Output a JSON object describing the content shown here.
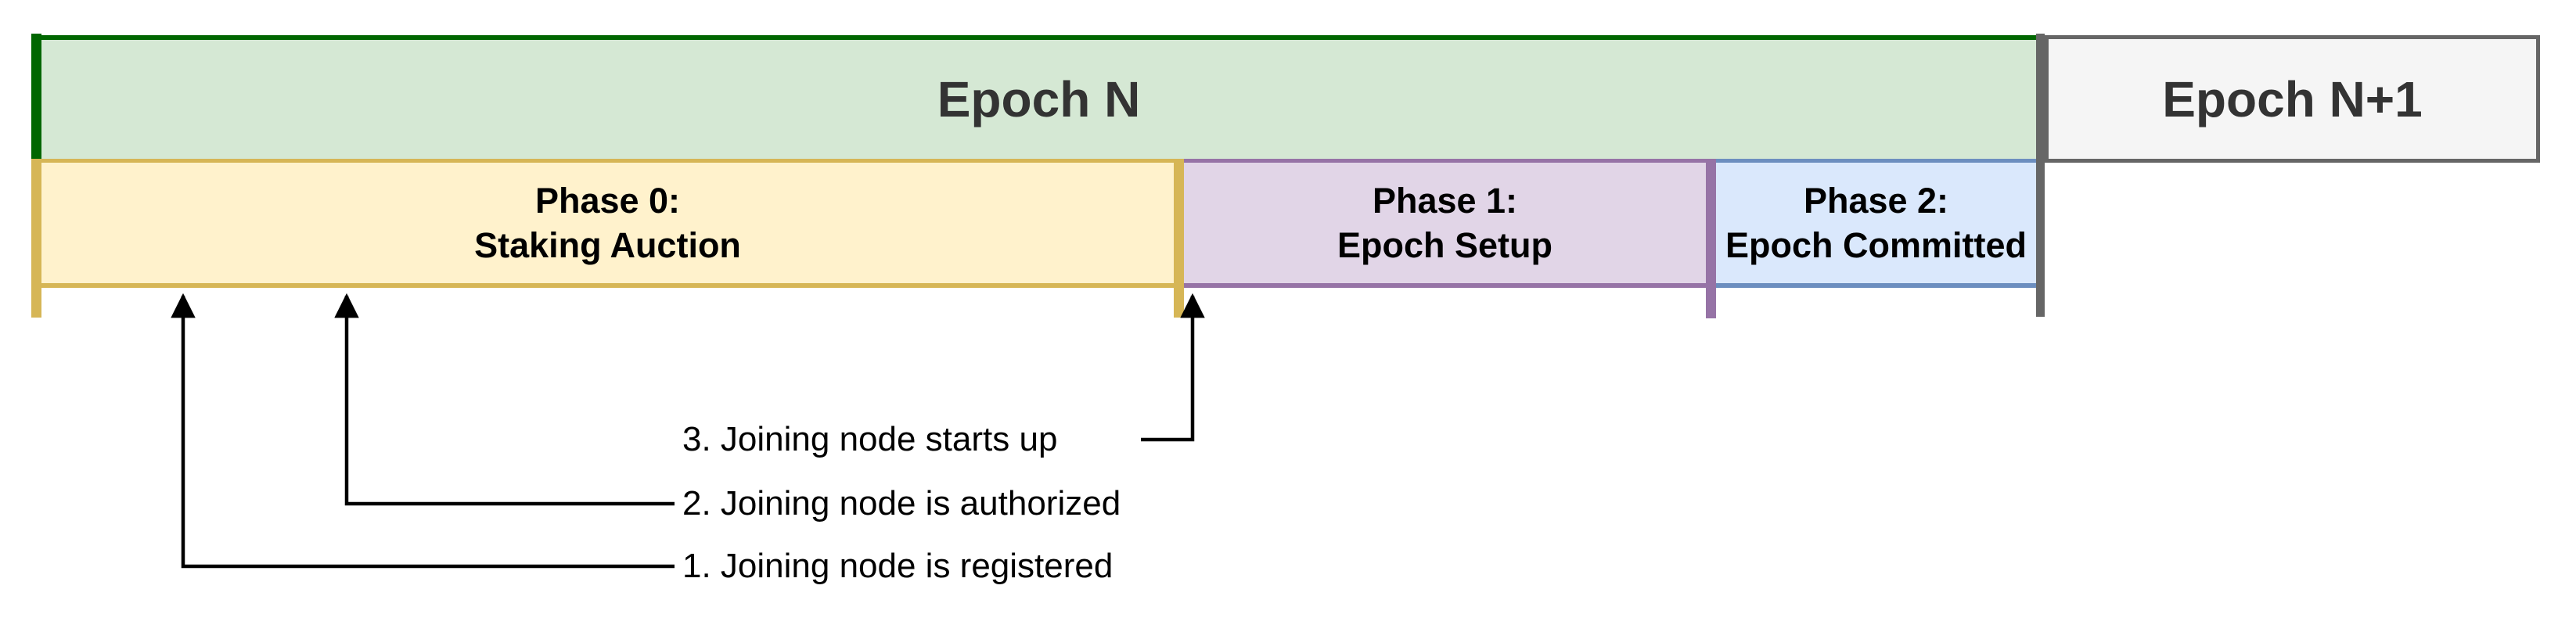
{
  "epoch_row": {
    "epoch_n": "Epoch N",
    "epoch_n_plus_1": "Epoch N+1"
  },
  "phase_row": [
    {
      "title": "Phase 0:",
      "subtitle": "Staking Auction"
    },
    {
      "title": "Phase 1:",
      "subtitle": "Epoch Setup"
    },
    {
      "title": "Phase 2:",
      "subtitle": "Epoch Committed"
    }
  ],
  "annotations": [
    {
      "label": "3. Joining node starts up"
    },
    {
      "label": "2. Joining node is authorized"
    },
    {
      "label": "1. Joining node is registered"
    }
  ],
  "colors": {
    "epoch_n_fill": "#d5e8d4",
    "epoch_n_border": "#006600",
    "epoch_n_plus_1_fill": "#f5f5f5",
    "epoch_n_plus_1_border": "#666666",
    "phase0_fill": "#fff2cc",
    "phase0_border": "#d6b656",
    "phase1_fill": "#e1d5e7",
    "phase1_border": "#9673a6",
    "phase2_fill": "#dae8fc",
    "phase2_border": "#6c8ebf",
    "epoch_divider": "#666666",
    "arrow": "#000000",
    "epoch_text": "#333333",
    "phase_text": "#000000"
  }
}
